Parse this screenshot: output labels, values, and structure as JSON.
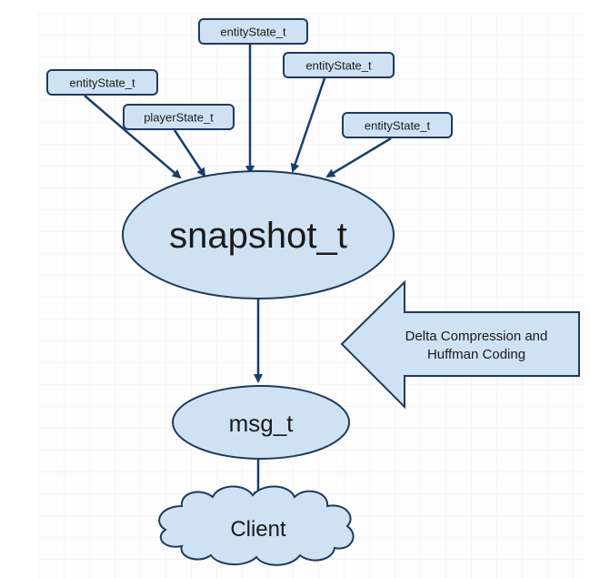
{
  "diagram": {
    "colors": {
      "node_fill": "#cfe2f3",
      "node_stroke": "#1f3a5c",
      "arrow": "#163f6b",
      "text": "#1a1a1a"
    },
    "inputs": [
      {
        "id": "entity-1",
        "label": "entityState_t"
      },
      {
        "id": "entity-2",
        "label": "entityState_t"
      },
      {
        "id": "player",
        "label": "playerState_t"
      },
      {
        "id": "entity-3",
        "label": "entityState_t"
      },
      {
        "id": "entity-4",
        "label": "entityState_t"
      }
    ],
    "snapshot": {
      "label": "snapshot_t"
    },
    "msg": {
      "label": "msg_t"
    },
    "client": {
      "label": "Client"
    },
    "process_arrow": {
      "line1": "Delta Compression and",
      "line2": "Huffman Coding"
    },
    "edges": [
      {
        "from": "entity-1",
        "to": "snapshot"
      },
      {
        "from": "entity-2",
        "to": "snapshot"
      },
      {
        "from": "player",
        "to": "snapshot"
      },
      {
        "from": "entity-3",
        "to": "snapshot"
      },
      {
        "from": "entity-4",
        "to": "snapshot"
      },
      {
        "from": "snapshot",
        "to": "msg"
      },
      {
        "from": "msg",
        "to": "client"
      }
    ]
  }
}
